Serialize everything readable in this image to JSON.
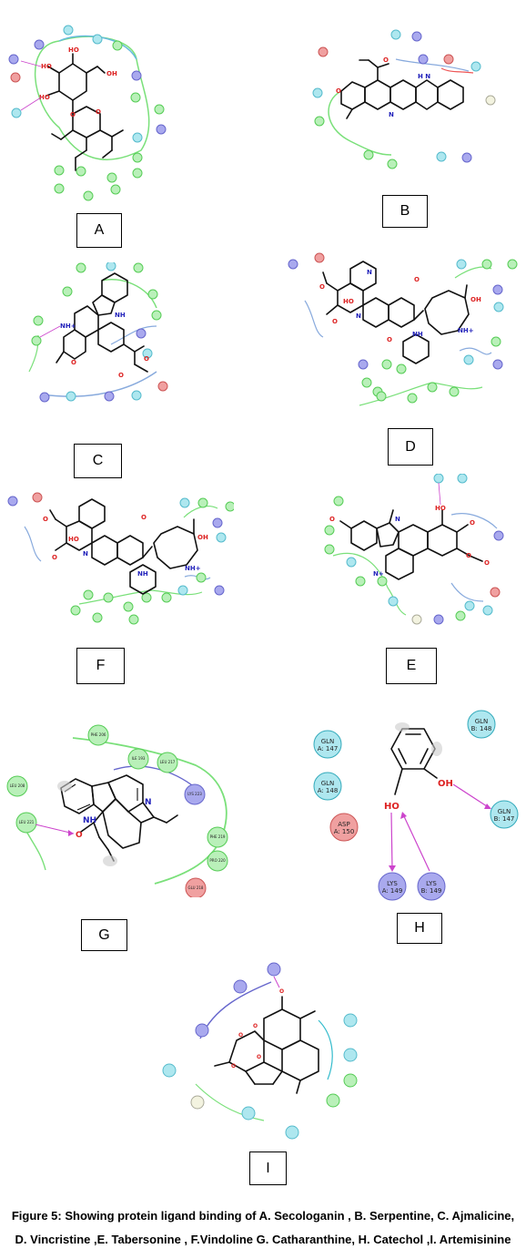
{
  "panels": {
    "A": {
      "label": "A"
    },
    "B": {
      "label": "B"
    },
    "C": {
      "label": "C"
    },
    "D": {
      "label": "D"
    },
    "E": {
      "label": "E"
    },
    "F": {
      "label": "F"
    },
    "G": {
      "label": "G"
    },
    "H": {
      "label": "H"
    },
    "I": {
      "label": "I"
    }
  },
  "panel_g": {
    "residues": [
      "PHE 206",
      "ILE 193",
      "LEU 217",
      "LEU 208",
      "LYS 223",
      "LEU 221",
      "PHE 219",
      "PRO 220",
      "GLU 218"
    ],
    "atoms": [
      "NH",
      "N",
      "O"
    ]
  },
  "panel_h": {
    "residues": [
      {
        "name": "GLN",
        "id": "A: 147"
      },
      {
        "name": "GLN",
        "id": "B: 148"
      },
      {
        "name": "GLN",
        "id": "A: 148"
      },
      {
        "name": "ASP",
        "id": "A: 150"
      },
      {
        "name": "GLN",
        "id": "B: 147"
      },
      {
        "name": "LYS",
        "id": "A: 149"
      },
      {
        "name": "LYS",
        "id": "B: 149"
      }
    ],
    "atoms": [
      "OH",
      "HO"
    ]
  },
  "caption": {
    "line1": "Figure 5: Showing protein ligand binding of A. Secologanin , B. Serpentine, C. Ajmalicine,",
    "line2": "D. Vincristine ,E. Tabersonine , F.Vindoline  G. Catharanthine, H. Catechol ,I. Artemisinine"
  }
}
